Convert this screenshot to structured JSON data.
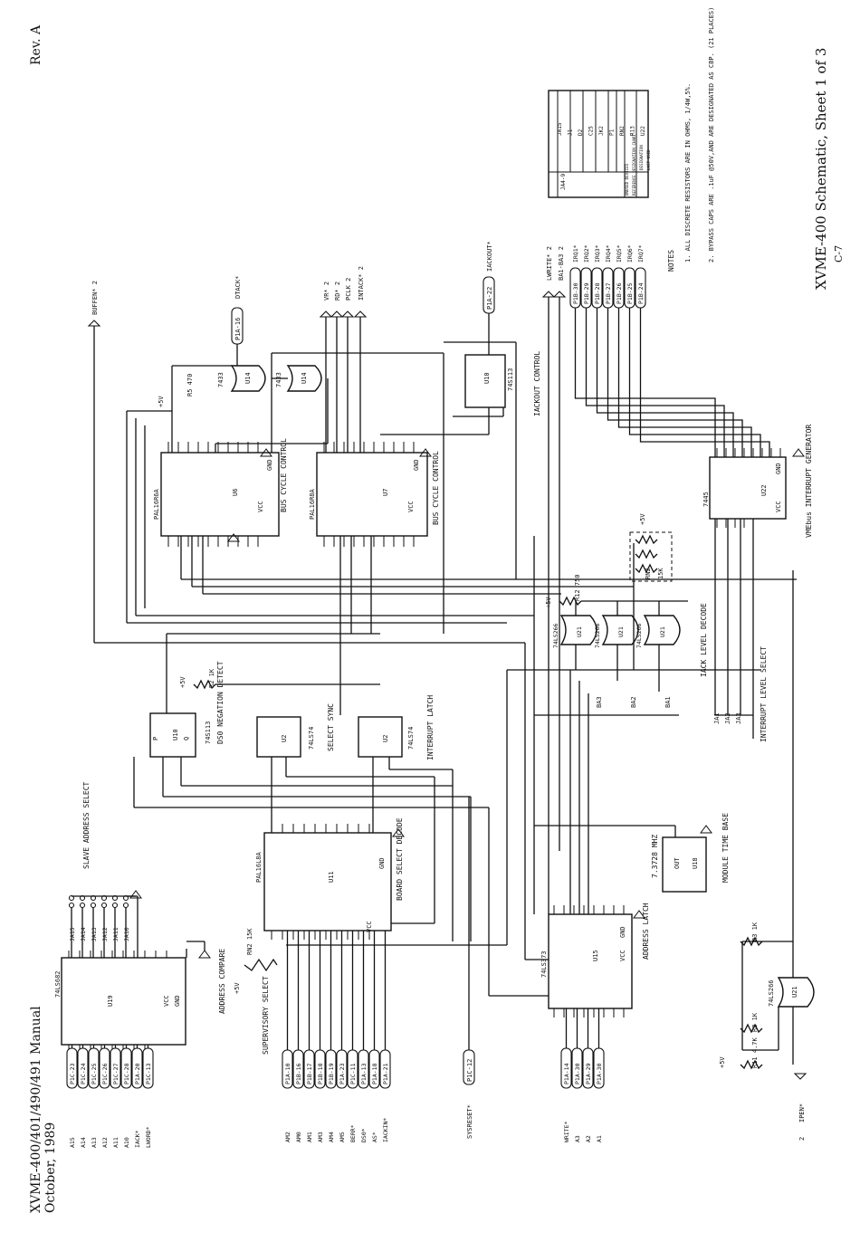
{
  "page": {
    "manual_title": "XVME-400/401/490/491 Manual",
    "date": "October, 1989",
    "revision": "Rev. A",
    "sheet_title": "XVME-400 Schematic, Sheet 1 of 3",
    "page_number": "C-7"
  },
  "blocks": {
    "slave_address_select": "SLAVE ADDRESS SELECT",
    "address_compare": "ADDRESS COMPARE",
    "supervisory_select": "SUPERVISORY SELECT",
    "board_select_decode": "BOARD SELECT DECODE",
    "address_latch": "ADDRESS LATCH",
    "module_time_base": "MODULE TIME BASE",
    "ds0_negation_detect": "DS0 NEGATION DETECT",
    "select_sync": "SELECT SYNC",
    "interrupt_latch": "INTERRUPT LATCH",
    "bus_cycle_control_u6": "BUS CYCLE CONTROL",
    "bus_cycle_control_u7": "BUS CYCLE CONTROL",
    "iack_level_decode": "IACK LEVEL DECODE",
    "interrupt_level_select": "INTERRUPT LEVEL SELECT",
    "interrupt_generator": "VMEbus INTERRUPT GENERATOR",
    "iackout_control": "IACKOUT CONTROL",
    "oscillator": "7.3728 MHZ"
  },
  "parts": {
    "u19": "74LS682",
    "u11": "PAL16L8A",
    "u15": "74LS373",
    "u6": "PAL16R6A",
    "u7": "PAL16R8A",
    "u22": "7445",
    "u10": "74S113",
    "u2": "74LS74",
    "u21": "74LS266",
    "u14": "7433",
    "rn2": "RN2 15K",
    "r12": "R12 750",
    "r2": "R2 1K",
    "r3": "R3 1K",
    "r5": "R5 470",
    "r8": "R8 1K",
    "r11": "R11 4.7K"
  },
  "left_signals": [
    "A15",
    "A14",
    "A13",
    "A12",
    "A11",
    "A10",
    "IACK*",
    "LWORD*"
  ],
  "left_connectors": [
    "P1C-23",
    "P1C-24",
    "P1C-25",
    "P1C-26",
    "P1C-27",
    "P1C-28",
    "P1A-20",
    "P1C-13"
  ],
  "sup_signals": [
    "AM2",
    "AM0",
    "AM1",
    "AM3",
    "AM4",
    "AM5",
    "BERR*",
    "DS0*",
    "AS*",
    "IACKIN*"
  ],
  "sup_connectors": [
    "P1A-10",
    "P1B-16",
    "P1B-17",
    "P1B-18",
    "P1B-19",
    "P1A-23",
    "P1C-11",
    "P1A-13",
    "P1A-18",
    "P1A-21"
  ],
  "sysreset": {
    "signal": "SYSRESET*",
    "connector": "P1C-12"
  },
  "addr_signals": [
    "WRITE*",
    "A3",
    "A2",
    "A1"
  ],
  "addr_connectors": [
    "P1A-14",
    "P1A-30",
    "P1A-29",
    "P1A-30"
  ],
  "irq_connectors": [
    "P1B-30",
    "P1B-29",
    "P1B-28",
    "P1B-27",
    "P1B-26",
    "P1B-25",
    "P1B-24"
  ],
  "irq_signals": [
    "IRQ1*",
    "IRQ2*",
    "IRQ3*",
    "IRQ4*",
    "IRQ5*",
    "IRQ6*",
    "IRQ7*"
  ],
  "top_signals": {
    "buffen": "BUFFEN* 2",
    "dtack_conn": "P1A-16",
    "dtack": "DTACK*",
    "vr": "VR* 2",
    "rd": "RD* 2",
    "pclk": "PCLK 2",
    "intack": "INTACK* 2",
    "iackout_conn": "P1A-22",
    "iackout": "IACKOUT*",
    "lwrite": "LWRITE* 2",
    "ba": "BA1-BA3 2",
    "ipen": "IPEN*"
  },
  "notes": {
    "heading": "NOTES",
    "items": [
      "1. ALL DISCRETE RESISTORS ARE IN OHMS, 1/4W,5%.",
      "2. BYPASS CAPS ARE .1uF @50V,AND ARE DESIGNATED AS CBP. (21 PLACES)"
    ]
  },
  "ref_table": {
    "highest": [
      "JA15",
      "J1",
      "D2",
      "C25",
      "JK2",
      "P1",
      "RN2",
      "R13",
      "U22"
    ],
    "left_rows": [
      "JA4-9"
    ],
    "captions": [
      "UNUSED DEVICES",
      "REFERENCE DESIGNATION CHART",
      "DESIGNATION",
      "LAST USED"
    ]
  },
  "supply": {
    "vcc": "+5V",
    "gnd": "GND"
  }
}
